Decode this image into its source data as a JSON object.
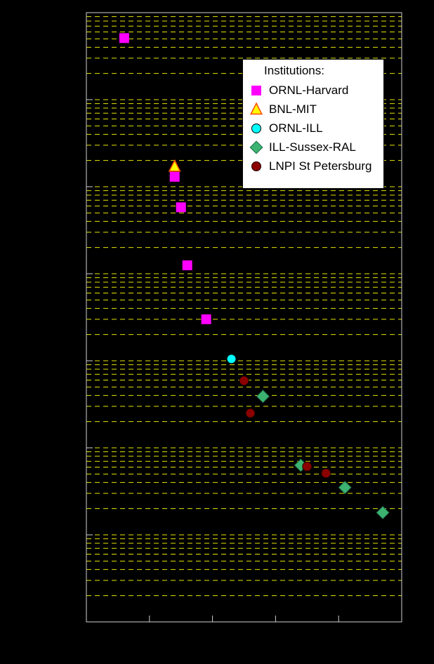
{
  "chart_data": {
    "type": "scatter",
    "title": "",
    "x_axis": {
      "label": "",
      "min": 1950,
      "max": 2000,
      "tick_interval": 10,
      "tick_labels_visible": false
    },
    "y_axis": {
      "label": "",
      "scale": "log",
      "min": 1e-26,
      "max": 1e-19,
      "tick_labels_visible": false
    },
    "grid": {
      "visible": true,
      "orientation": "horizontal",
      "style": "dashed",
      "log_minor_lines": true
    },
    "series": [
      {
        "name": "ORNL-Harvard",
        "marker": "square",
        "color": "#ff00ff",
        "edge_color": "#ff00ff",
        "points": [
          {
            "x": 1956,
            "y": 5.1e-20
          },
          {
            "x": 1964,
            "y": 1.3e-21
          },
          {
            "x": 1965,
            "y": 5.8e-22
          },
          {
            "x": 1966,
            "y": 1.25e-22
          },
          {
            "x": 1969,
            "y": 3e-23
          }
        ]
      },
      {
        "name": "BNL-MIT",
        "marker": "triangle",
        "color": "#ffff00",
        "edge_color": "#ff4500",
        "points": [
          {
            "x": 1964,
            "y": 1.7e-21
          }
        ]
      },
      {
        "name": "ORNL-ILL",
        "marker": "circle",
        "color": "#00ffff",
        "edge_color": "#000000",
        "points": [
          {
            "x": 1973,
            "y": 1.05e-23
          }
        ]
      },
      {
        "name": "ILL-Sussex-RAL",
        "marker": "diamond",
        "color": "#3cb371",
        "edge_color": "#1e6b47",
        "points": [
          {
            "x": 1978,
            "y": 3.9e-24
          },
          {
            "x": 1984,
            "y": 6.3e-25
          },
          {
            "x": 1991,
            "y": 3.5e-25
          },
          {
            "x": 1997,
            "y": 1.8e-25
          }
        ]
      },
      {
        "name": "LNPI St Petersburg",
        "marker": "circle",
        "color": "#8b0000",
        "edge_color": "#1a0000",
        "points": [
          {
            "x": 1975,
            "y": 5.9e-24
          },
          {
            "x": 1976,
            "y": 2.5e-24
          },
          {
            "x": 1985,
            "y": 6.1e-25
          },
          {
            "x": 1988,
            "y": 5.1e-25
          }
        ]
      }
    ]
  },
  "legend": {
    "title": "Institutions:",
    "items": [
      {
        "label": "ORNL-Harvard",
        "marker": "square",
        "color": "#ff00ff",
        "edge_color": "#ff00ff"
      },
      {
        "label": "BNL-MIT",
        "marker": "triangle",
        "color": "#ffff00",
        "edge_color": "#ff4500"
      },
      {
        "label": "ORNL-ILL",
        "marker": "circle",
        "color": "#00ffff",
        "edge_color": "#000000"
      },
      {
        "label": "ILL-Sussex-RAL",
        "marker": "diamond",
        "color": "#3cb371",
        "edge_color": "#1e6b47"
      },
      {
        "label": "LNPI St Petersburg",
        "marker": "circle",
        "color": "#8b0000",
        "edge_color": "#1a0000"
      }
    ]
  },
  "colors": {
    "background": "#000000",
    "grid": "#ffff00",
    "frame": "#d0d0d0",
    "legend_bg": "#ffffff",
    "legend_text": "#000000"
  }
}
